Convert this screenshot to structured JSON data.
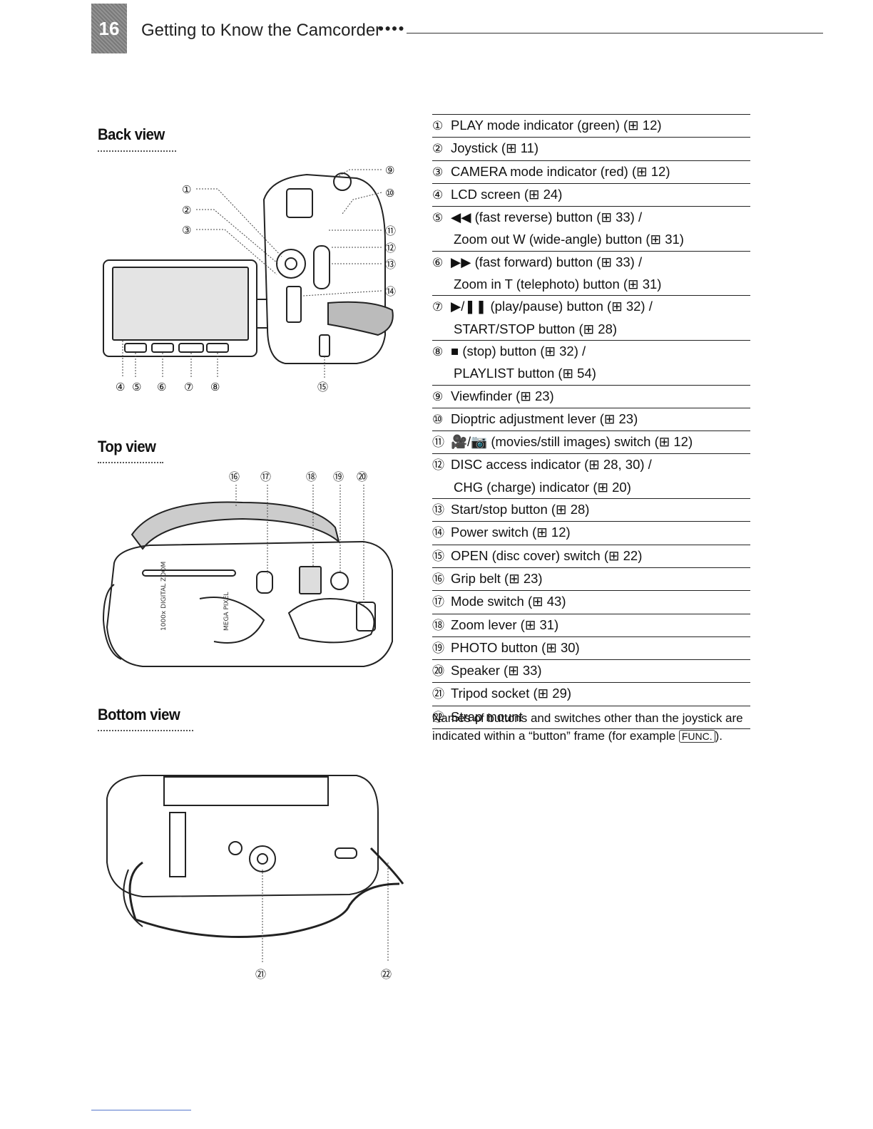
{
  "header": {
    "page_number": "16",
    "title": "Getting to Know the Camcorder",
    "dots": "●●●●"
  },
  "sections": {
    "back_view": "Back view",
    "top_view": "Top view",
    "bottom_view": "Bottom view"
  },
  "callouts": {
    "back": [
      "①",
      "②",
      "③",
      "④",
      "⑤",
      "⑥",
      "⑦",
      "⑧",
      "⑨",
      "⑩",
      "⑪",
      "⑫",
      "⑬",
      "⑭",
      "⑮"
    ],
    "top": [
      "⑯",
      "⑰",
      "⑱",
      "⑲",
      "⑳"
    ],
    "bottom": [
      "㉑",
      "㉒"
    ]
  },
  "parts": [
    {
      "num": "①",
      "line1": "PLAY mode indicator (green) (⊞ 12)",
      "line2": ""
    },
    {
      "num": "②",
      "line1": "Joystick (⊞ 11)",
      "line2": ""
    },
    {
      "num": "③",
      "line1": "CAMERA mode indicator (red) (⊞ 12)",
      "line2": ""
    },
    {
      "num": "④",
      "line1": "LCD screen (⊞ 24)",
      "line2": ""
    },
    {
      "num": "⑤",
      "line1": "◀◀ (fast reverse) button (⊞ 33) /",
      "line2": "Zoom out W (wide-angle) button (⊞ 31)"
    },
    {
      "num": "⑥",
      "line1": "▶▶ (fast forward) button (⊞ 33) /",
      "line2": "Zoom in T (telephoto) button (⊞ 31)"
    },
    {
      "num": "⑦",
      "line1": "▶/❚❚ (play/pause) button (⊞ 32) /",
      "line2": "START/STOP button (⊞ 28)"
    },
    {
      "num": "⑧",
      "line1": "■ (stop) button (⊞ 32) /",
      "line2": "PLAYLIST button (⊞ 54)"
    },
    {
      "num": "⑨",
      "line1": "Viewfinder (⊞ 23)",
      "line2": ""
    },
    {
      "num": "⑩",
      "line1": "Dioptric adjustment lever (⊞ 23)",
      "line2": ""
    },
    {
      "num": "⑪",
      "line1": "🎥/📷 (movies/still images) switch (⊞ 12)",
      "line2": ""
    },
    {
      "num": "⑫",
      "line1": "DISC access indicator (⊞ 28, 30) /",
      "line2": "CHG (charge) indicator (⊞ 20)"
    },
    {
      "num": "⑬",
      "line1": "Start/stop button (⊞ 28)",
      "line2": ""
    },
    {
      "num": "⑭",
      "line1": "Power switch (⊞ 12)",
      "line2": ""
    },
    {
      "num": "⑮",
      "line1": "OPEN (disc cover) switch (⊞ 22)",
      "line2": ""
    },
    {
      "num": "⑯",
      "line1": "Grip belt (⊞ 23)",
      "line2": ""
    },
    {
      "num": "⑰",
      "line1": "Mode switch (⊞ 43)",
      "line2": ""
    },
    {
      "num": "⑱",
      "line1": "Zoom lever (⊞ 31)",
      "line2": ""
    },
    {
      "num": "⑲",
      "line1": "PHOTO button (⊞ 30)",
      "line2": ""
    },
    {
      "num": "⑳",
      "line1": "Speaker (⊞ 33)",
      "line2": ""
    },
    {
      "num": "㉑",
      "line1": "Tripod socket (⊞ 29)",
      "line2": ""
    },
    {
      "num": "㉒",
      "line1": "Strap mount",
      "line2": ""
    }
  ],
  "note": {
    "text_before": "Names of buttons and switches other than the joystick are indicated within a “button” frame (for example ",
    "button_label": "FUNC.",
    "text_after": ")."
  },
  "figure_labels": {
    "top_zoom": "1000x DIGITAL ZOOM",
    "top_mega": "MEGA PIXEL"
  }
}
